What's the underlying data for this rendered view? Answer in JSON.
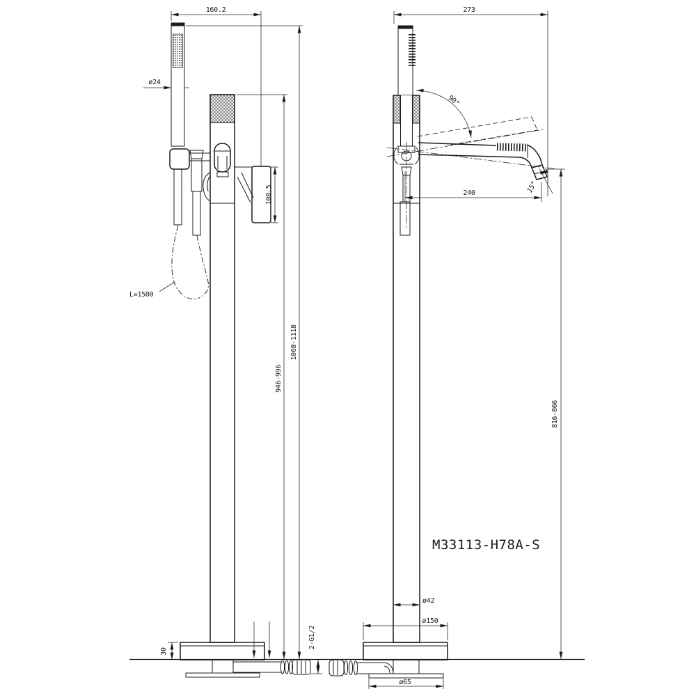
{
  "model": "M33113-H78A-S",
  "front_view": {
    "dims": {
      "top_width": "160.2",
      "handshower_diameter": "ø24",
      "spout_body_height": "100.5",
      "hose_length": "L=1500",
      "spout_height_range": "946-996",
      "total_height_range": "1068-1118",
      "base_thickness": "30",
      "inlet_connections": "2-G1/2"
    }
  },
  "side_view": {
    "dims": {
      "top_width": "273",
      "handle_swivel_angle": "90°",
      "spout_reach": "240",
      "outlet_angle": "15°",
      "outlet_height_range": "816-866",
      "column_diameter": "ø42",
      "base_cover_diameter": "ø150",
      "flange_diameter": "ø65"
    }
  },
  "colors": {
    "line": "#1b1b1b",
    "background": "#ffffff"
  }
}
